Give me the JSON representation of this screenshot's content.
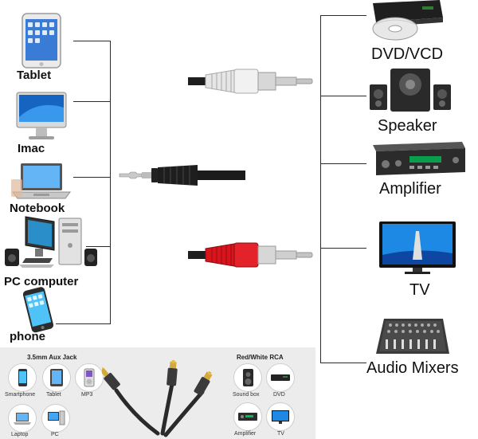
{
  "left_devices": [
    {
      "label": "Tablet",
      "icon": "tablet-icon"
    },
    {
      "label": "Imac",
      "icon": "imac-icon"
    },
    {
      "label": "Notebook",
      "icon": "notebook-icon"
    },
    {
      "label": "PC computer",
      "icon": "pc-computer-icon"
    },
    {
      "label": "phone",
      "icon": "phone-icon"
    }
  ],
  "right_devices": [
    {
      "label": "DVD/VCD",
      "icon": "dvd-player-icon"
    },
    {
      "label": "Speaker",
      "icon": "speaker-icon"
    },
    {
      "label": "Amplifier",
      "icon": "amplifier-icon"
    },
    {
      "label": "TV",
      "icon": "tv-icon"
    },
    {
      "label": "Audio  Mixers",
      "icon": "audio-mixer-icon"
    }
  ],
  "cables": {
    "center": "aux-3-5mm-plug-icon",
    "top": "white-rca-plug-icon",
    "bottom": "red-rca-plug-icon"
  },
  "inset": {
    "left_title": "3.5mm Aux Jack",
    "right_title": "Red/White RCA",
    "left_items": [
      {
        "label": "Smartphone",
        "icon": "smartphone-icon"
      },
      {
        "label": "Tablet",
        "icon": "tablet-icon"
      },
      {
        "label": "MP3",
        "icon": "mp3-player-icon"
      },
      {
        "label": "Laptop",
        "icon": "laptop-icon"
      },
      {
        "label": "PC",
        "icon": "pc-icon"
      }
    ],
    "right_items": [
      {
        "label": "Sound box",
        "icon": "sound-box-icon"
      },
      {
        "label": "DVD",
        "icon": "dvd-icon"
      },
      {
        "label": "Amplifier",
        "icon": "amplifier-icon"
      },
      {
        "label": "TV",
        "icon": "tv-icon"
      }
    ]
  },
  "colors": {
    "line": "#2b2b2b",
    "rca_white": "#e6e6e6",
    "rca_red": "#d8141c",
    "cable": "#1e1e1e"
  }
}
